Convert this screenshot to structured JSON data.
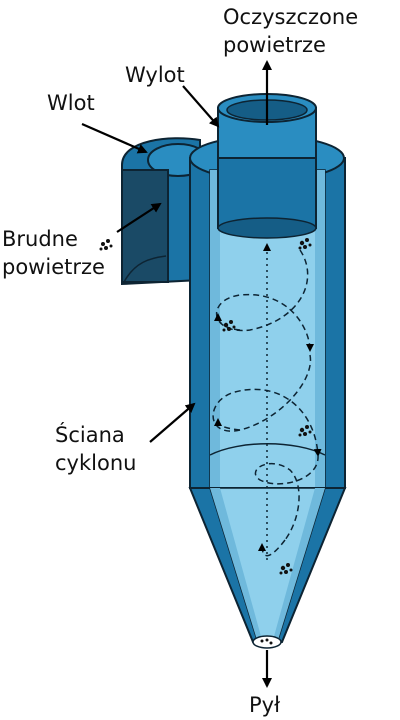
{
  "labels": {
    "outlet_top_line1": "Oczyszczone",
    "outlet_top_line2": "powietrze",
    "outlet": "Wylot",
    "inlet": "Wlot",
    "dirty_air_line1": "Brudne",
    "dirty_air_line2": "powietrze",
    "wall_line1": "Ściana",
    "wall_line2": "cyklonu",
    "dust": "Pył"
  },
  "colors": {
    "body_dark": "#1b74a6",
    "body_mid": "#2a8dc1",
    "body_darker": "#155d86",
    "interior": "#8fd0ec",
    "inlet_face": "#1a4a66",
    "outline": "#0d2433"
  }
}
